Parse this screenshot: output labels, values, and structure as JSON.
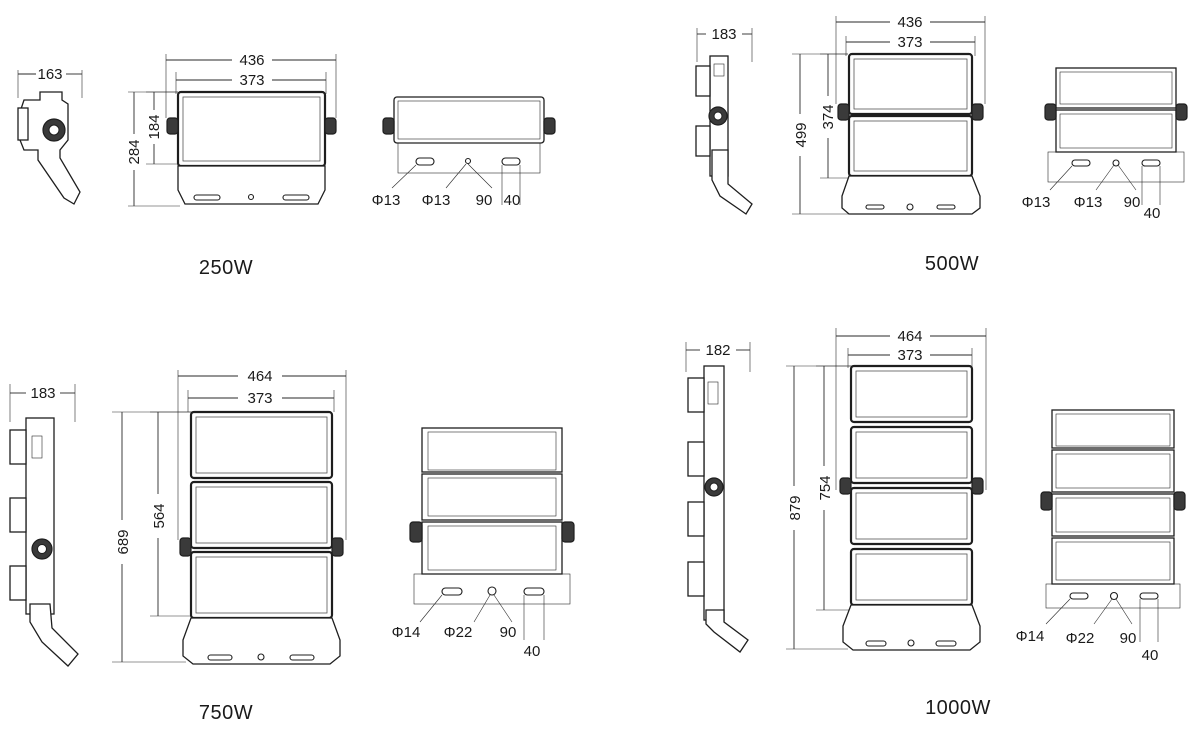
{
  "products": [
    {
      "title": "250W",
      "side_depth": "163",
      "front_outer_width": "436",
      "front_inner_width": "373",
      "total_height": "284",
      "panel_height": "184",
      "hole_left": "Φ13",
      "hole_right": "Φ13",
      "slot_spacing": "90",
      "slot_width": "40"
    },
    {
      "title": "500W",
      "side_depth": "183",
      "front_outer_width": "436",
      "front_inner_width": "373",
      "total_height": "499",
      "panel_height": "374",
      "hole_left": "Φ13",
      "hole_right": "Φ13",
      "slot_spacing": "90",
      "slot_width": "40"
    },
    {
      "title": "750W",
      "side_depth": "183",
      "front_outer_width": "464",
      "front_inner_width": "373",
      "total_height": "689",
      "panel_height": "564",
      "hole_left": "Φ14",
      "hole_right": "Φ22",
      "slot_spacing": "90",
      "slot_width": "40"
    },
    {
      "title": "1000W",
      "side_depth": "182",
      "front_outer_width": "464",
      "front_inner_width": "373",
      "total_height": "879",
      "panel_height": "754",
      "hole_left": "Φ14",
      "hole_right": "Φ22",
      "slot_spacing": "90",
      "slot_width": "40"
    }
  ]
}
